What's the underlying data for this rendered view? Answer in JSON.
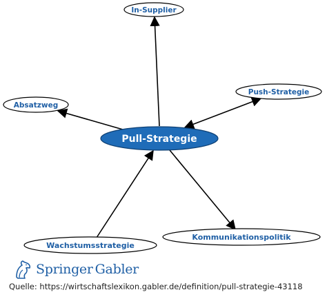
{
  "diagram": {
    "center": "Pull-Strategie",
    "nodes": {
      "in_supplier": "In-Supplier",
      "push_strategie": "Push-Strategie",
      "absatzweg": "Absatzweg",
      "wachstumsstrategie": "Wachstumsstrategie",
      "kommunikationspolitik": "Kommunikationspolitik"
    }
  },
  "footer": {
    "brand_primary": "Springer",
    "brand_secondary": "Gabler",
    "source": "Quelle: https://wirtschaftslexikon.gabler.de/definition/pull-strategie-43118"
  },
  "colors": {
    "accent": "#1f5fa5",
    "center_fill": "#1f6cb8"
  }
}
